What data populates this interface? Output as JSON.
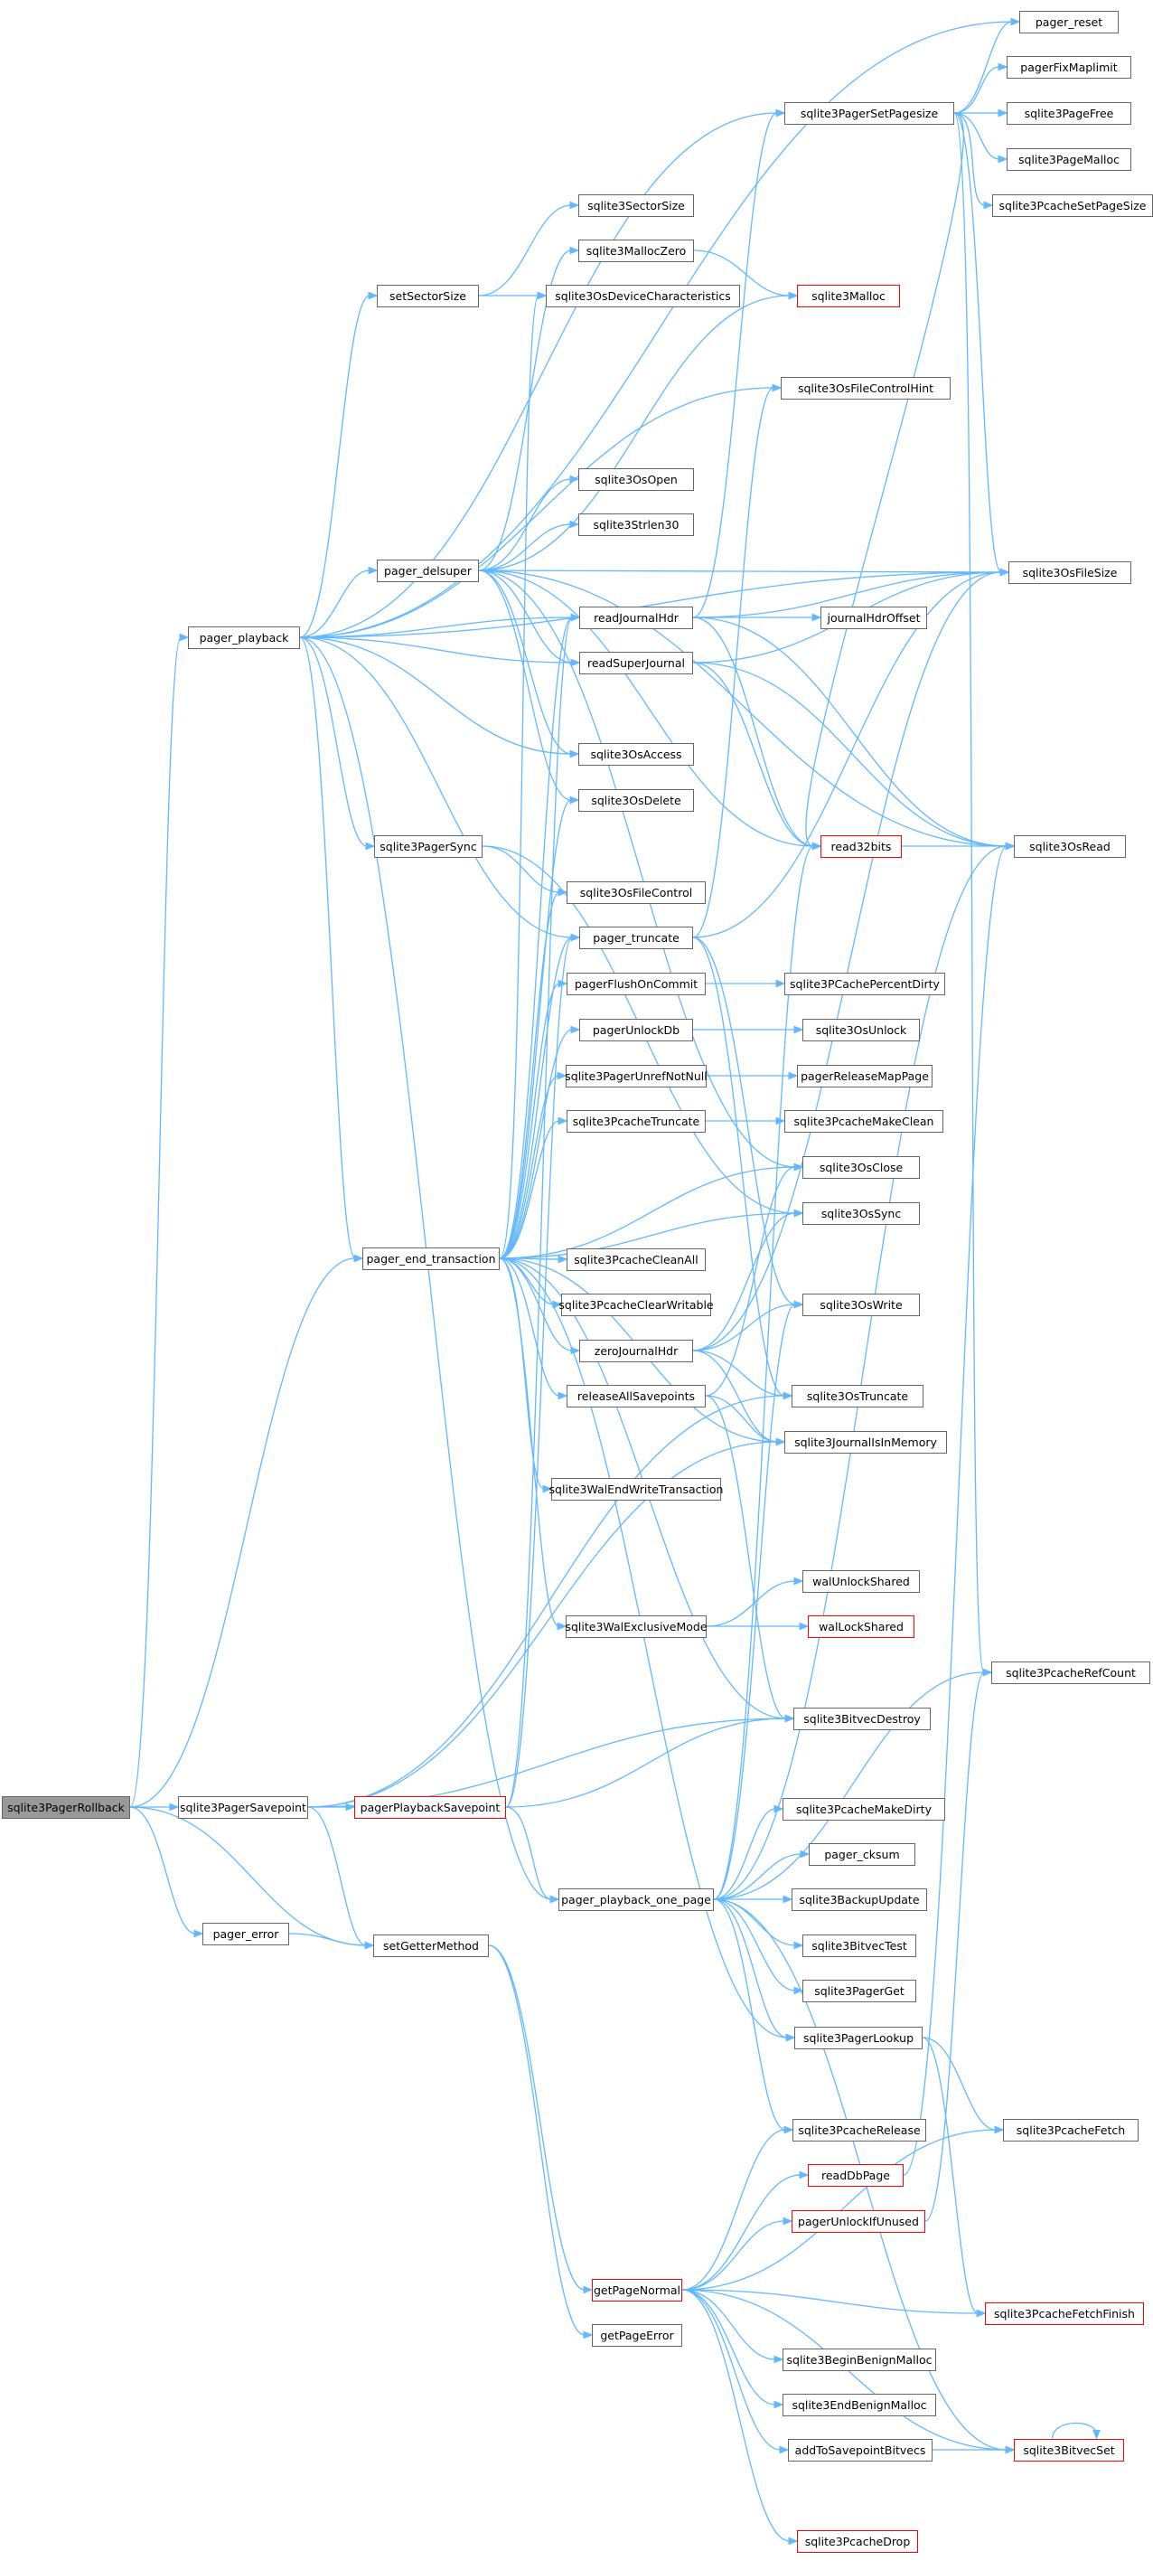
{
  "colors": {
    "edge": "#63b8ff",
    "border": "#666666",
    "truncated_border": "#ff0000",
    "root_fill": "#999999"
  },
  "nodes": [
    {
      "id": "sqlite3PagerRollback",
      "label": "sqlite3PagerRollback",
      "root": true
    },
    {
      "id": "sqlite3PagerSavepoint",
      "label": "sqlite3PagerSavepoint"
    },
    {
      "id": "pager_error",
      "label": "pager_error"
    },
    {
      "id": "pager_playback",
      "label": "pager_playback"
    },
    {
      "id": "pager_end_transaction",
      "label": "pager_end_transaction"
    },
    {
      "id": "pagerPlaybackSavepoint",
      "label": "pagerPlaybackSavepoint",
      "red": true
    },
    {
      "id": "setGetterMethod",
      "label": "setGetterMethod"
    },
    {
      "id": "setSectorSize",
      "label": "setSectorSize"
    },
    {
      "id": "pager_delsuper",
      "label": "pager_delsuper"
    },
    {
      "id": "sqlite3PagerSync",
      "label": "sqlite3PagerSync"
    },
    {
      "id": "sqlite3PagerSetPagesize",
      "label": "sqlite3PagerSetPagesize"
    },
    {
      "id": "sqlite3SectorSize",
      "label": "sqlite3SectorSize"
    },
    {
      "id": "sqlite3MallocZero",
      "label": "sqlite3MallocZero"
    },
    {
      "id": "sqlite3OsDeviceCharacteristics",
      "label": "sqlite3OsDeviceCharacteristics"
    },
    {
      "id": "sqlite3OsFileControlHint",
      "label": "sqlite3OsFileControlHint"
    },
    {
      "id": "sqlite3OsOpen",
      "label": "sqlite3OsOpen"
    },
    {
      "id": "sqlite3Strlen30",
      "label": "sqlite3Strlen30"
    },
    {
      "id": "readJournalHdr",
      "label": "readJournalHdr"
    },
    {
      "id": "readSuperJournal",
      "label": "readSuperJournal"
    },
    {
      "id": "sqlite3OsAccess",
      "label": "sqlite3OsAccess"
    },
    {
      "id": "sqlite3OsDelete",
      "label": "sqlite3OsDelete"
    },
    {
      "id": "sqlite3OsFileControl",
      "label": "sqlite3OsFileControl"
    },
    {
      "id": "pager_truncate",
      "label": "pager_truncate"
    },
    {
      "id": "pagerFlushOnCommit",
      "label": "pagerFlushOnCommit"
    },
    {
      "id": "pagerUnlockDb",
      "label": "pagerUnlockDb"
    },
    {
      "id": "sqlite3PagerUnrefNotNull",
      "label": "sqlite3PagerUnrefNotNull"
    },
    {
      "id": "sqlite3PcacheTruncate",
      "label": "sqlite3PcacheTruncate"
    },
    {
      "id": "sqlite3PcacheCleanAll",
      "label": "sqlite3PcacheCleanAll"
    },
    {
      "id": "sqlite3PcacheClearWritable",
      "label": "sqlite3PcacheClearWritable"
    },
    {
      "id": "zeroJournalHdr",
      "label": "zeroJournalHdr"
    },
    {
      "id": "releaseAllSavepoints",
      "label": "releaseAllSavepoints"
    },
    {
      "id": "sqlite3WalEndWriteTransaction",
      "label": "sqlite3WalEndWriteTransaction"
    },
    {
      "id": "sqlite3WalExclusiveMode",
      "label": "sqlite3WalExclusiveMode"
    },
    {
      "id": "pager_playback_one_page",
      "label": "pager_playback_one_page"
    },
    {
      "id": "getPageNormal",
      "label": "getPageNormal",
      "red": true
    },
    {
      "id": "getPageError",
      "label": "getPageError"
    },
    {
      "id": "sqlite3Malloc",
      "label": "sqlite3Malloc",
      "red": true
    },
    {
      "id": "journalHdrOffset",
      "label": "journalHdrOffset"
    },
    {
      "id": "read32bits",
      "label": "read32bits",
      "red": true
    },
    {
      "id": "sqlite3PCachePercentDirty",
      "label": "sqlite3PCachePercentDirty"
    },
    {
      "id": "sqlite3OsUnlock",
      "label": "sqlite3OsUnlock"
    },
    {
      "id": "pagerReleaseMapPage",
      "label": "pagerReleaseMapPage"
    },
    {
      "id": "sqlite3PcacheMakeClean",
      "label": "sqlite3PcacheMakeClean"
    },
    {
      "id": "sqlite3OsClose",
      "label": "sqlite3OsClose"
    },
    {
      "id": "sqlite3OsSync",
      "label": "sqlite3OsSync"
    },
    {
      "id": "sqlite3OsWrite",
      "label": "sqlite3OsWrite"
    },
    {
      "id": "sqlite3OsTruncate",
      "label": "sqlite3OsTruncate"
    },
    {
      "id": "sqlite3JournalIsInMemory",
      "label": "sqlite3JournalIsInMemory"
    },
    {
      "id": "walUnlockShared",
      "label": "walUnlockShared"
    },
    {
      "id": "walLockShared",
      "label": "walLockShared",
      "red": true
    },
    {
      "id": "sqlite3BitvecDestroy",
      "label": "sqlite3BitvecDestroy"
    },
    {
      "id": "sqlite3PcacheMakeDirty",
      "label": "sqlite3PcacheMakeDirty"
    },
    {
      "id": "pager_cksum",
      "label": "pager_cksum"
    },
    {
      "id": "sqlite3BackupUpdate",
      "label": "sqlite3BackupUpdate"
    },
    {
      "id": "sqlite3BitvecTest",
      "label": "sqlite3BitvecTest"
    },
    {
      "id": "sqlite3PagerGet",
      "label": "sqlite3PagerGet"
    },
    {
      "id": "sqlite3PagerLookup",
      "label": "sqlite3PagerLookup"
    },
    {
      "id": "sqlite3PcacheRelease",
      "label": "sqlite3PcacheRelease"
    },
    {
      "id": "readDbPage",
      "label": "readDbPage",
      "red": true
    },
    {
      "id": "pagerUnlockIfUnused",
      "label": "pagerUnlockIfUnused",
      "red": true
    },
    {
      "id": "sqlite3BeginBenignMalloc",
      "label": "sqlite3BeginBenignMalloc"
    },
    {
      "id": "sqlite3EndBenignMalloc",
      "label": "sqlite3EndBenignMalloc"
    },
    {
      "id": "addToSavepointBitvecs",
      "label": "addToSavepointBitvecs"
    },
    {
      "id": "sqlite3PcacheDrop",
      "label": "sqlite3PcacheDrop",
      "red": true
    },
    {
      "id": "pager_reset",
      "label": "pager_reset"
    },
    {
      "id": "pagerFixMaplimit",
      "label": "pagerFixMaplimit"
    },
    {
      "id": "sqlite3PageFree",
      "label": "sqlite3PageFree"
    },
    {
      "id": "sqlite3PageMalloc",
      "label": "sqlite3PageMalloc"
    },
    {
      "id": "sqlite3PcacheSetPageSize",
      "label": "sqlite3PcacheSetPageSize"
    },
    {
      "id": "sqlite3OsFileSize",
      "label": "sqlite3OsFileSize"
    },
    {
      "id": "sqlite3OsRead",
      "label": "sqlite3OsRead"
    },
    {
      "id": "sqlite3PcacheRefCount",
      "label": "sqlite3PcacheRefCount"
    },
    {
      "id": "sqlite3PcacheFetch",
      "label": "sqlite3PcacheFetch"
    },
    {
      "id": "sqlite3PcacheFetchFinish",
      "label": "sqlite3PcacheFetchFinish",
      "red": true
    },
    {
      "id": "sqlite3BitvecSet",
      "label": "sqlite3BitvecSet",
      "red": true
    }
  ],
  "edges": [
    [
      "sqlite3PagerRollback",
      "sqlite3PagerSavepoint"
    ],
    [
      "sqlite3PagerRollback",
      "pager_error"
    ],
    [
      "sqlite3PagerRollback",
      "setGetterMethod"
    ],
    [
      "sqlite3PagerRollback",
      "pager_playback"
    ],
    [
      "sqlite3PagerRollback",
      "pager_end_transaction"
    ],
    [
      "sqlite3PagerSavepoint",
      "pagerPlaybackSavepoint"
    ],
    [
      "sqlite3PagerSavepoint",
      "setGetterMethod"
    ],
    [
      "sqlite3PagerSavepoint",
      "sqlite3BitvecDestroy"
    ],
    [
      "sqlite3PagerSavepoint",
      "sqlite3OsTruncate"
    ],
    [
      "sqlite3PagerSavepoint",
      "sqlite3JournalIsInMemory"
    ],
    [
      "pager_error",
      "setGetterMethod"
    ],
    [
      "setGetterMethod",
      "getPageNormal"
    ],
    [
      "setGetterMethod",
      "getPageError"
    ],
    [
      "pager_playback",
      "setSectorSize"
    ],
    [
      "pager_playback",
      "pager_delsuper"
    ],
    [
      "pager_playback",
      "sqlite3PagerSync"
    ],
    [
      "pager_playback",
      "sqlite3PagerSetPagesize"
    ],
    [
      "pager_playback",
      "readJournalHdr"
    ],
    [
      "pager_playback",
      "readSuperJournal"
    ],
    [
      "pager_playback",
      "sqlite3OsAccess"
    ],
    [
      "pager_playback",
      "pager_truncate"
    ],
    [
      "pager_playback",
      "pager_end_transaction"
    ],
    [
      "pager_playback",
      "pager_playback_one_page"
    ],
    [
      "pager_playback",
      "sqlite3OsFileSize"
    ],
    [
      "pager_playback",
      "pager_reset"
    ],
    [
      "pager_playback",
      "sqlite3OsFileControlHint"
    ],
    [
      "setSectorSize",
      "sqlite3SectorSize"
    ],
    [
      "setSectorSize",
      "sqlite3OsDeviceCharacteristics"
    ],
    [
      "pager_delsuper",
      "sqlite3MallocZero"
    ],
    [
      "pager_delsuper",
      "sqlite3Malloc"
    ],
    [
      "pager_delsuper",
      "sqlite3OsOpen"
    ],
    [
      "pager_delsuper",
      "sqlite3Strlen30"
    ],
    [
      "pager_delsuper",
      "readSuperJournal"
    ],
    [
      "pager_delsuper",
      "sqlite3OsAccess"
    ],
    [
      "pager_delsuper",
      "sqlite3OsDelete"
    ],
    [
      "pager_delsuper",
      "sqlite3OsFileSize"
    ],
    [
      "pager_delsuper",
      "sqlite3OsRead"
    ],
    [
      "pager_delsuper",
      "read32bits"
    ],
    [
      "pager_delsuper",
      "sqlite3OsClose"
    ],
    [
      "sqlite3PagerSync",
      "sqlite3OsFileControl"
    ],
    [
      "sqlite3PagerSync",
      "sqlite3OsSync"
    ],
    [
      "sqlite3PagerSetPagesize",
      "pager_reset"
    ],
    [
      "sqlite3PagerSetPagesize",
      "pagerFixMaplimit"
    ],
    [
      "sqlite3PagerSetPagesize",
      "sqlite3PageFree"
    ],
    [
      "sqlite3PagerSetPagesize",
      "sqlite3PageMalloc"
    ],
    [
      "sqlite3PagerSetPagesize",
      "sqlite3PcacheSetPageSize"
    ],
    [
      "sqlite3PagerSetPagesize",
      "sqlite3OsFileSize"
    ],
    [
      "sqlite3PagerSetPagesize",
      "sqlite3PcacheRefCount"
    ],
    [
      "sqlite3PagerSetPagesize",
      "read32bits"
    ],
    [
      "sqlite3MallocZero",
      "sqlite3Malloc"
    ],
    [
      "readJournalHdr",
      "journalHdrOffset"
    ],
    [
      "readJournalHdr",
      "read32bits"
    ],
    [
      "readJournalHdr",
      "sqlite3OsRead"
    ],
    [
      "readJournalHdr",
      "sqlite3OsFileSize"
    ],
    [
      "readJournalHdr",
      "sqlite3PagerSetPagesize"
    ],
    [
      "readSuperJournal",
      "read32bits"
    ],
    [
      "readSuperJournal",
      "sqlite3OsRead"
    ],
    [
      "readSuperJournal",
      "sqlite3OsFileSize"
    ],
    [
      "read32bits",
      "sqlite3OsRead"
    ],
    [
      "pager_truncate",
      "sqlite3OsFileSize"
    ],
    [
      "pager_truncate",
      "sqlite3OsTruncate"
    ],
    [
      "pager_truncate",
      "sqlite3OsWrite"
    ],
    [
      "pager_truncate",
      "sqlite3OsFileControlHint"
    ],
    [
      "pager_end_transaction",
      "sqlite3OsFileControl"
    ],
    [
      "pager_end_transaction",
      "pager_truncate"
    ],
    [
      "pager_end_transaction",
      "pagerFlushOnCommit"
    ],
    [
      "pager_end_transaction",
      "pagerUnlockDb"
    ],
    [
      "pager_end_transaction",
      "sqlite3PagerUnrefNotNull"
    ],
    [
      "pager_end_transaction",
      "sqlite3PcacheTruncate"
    ],
    [
      "pager_end_transaction",
      "sqlite3PcacheCleanAll"
    ],
    [
      "pager_end_transaction",
      "sqlite3PcacheClearWritable"
    ],
    [
      "pager_end_transaction",
      "zeroJournalHdr"
    ],
    [
      "pager_end_transaction",
      "releaseAllSavepoints"
    ],
    [
      "pager_end_transaction",
      "sqlite3WalEndWriteTransaction"
    ],
    [
      "pager_end_transaction",
      "sqlite3WalExclusiveMode"
    ],
    [
      "pager_end_transaction",
      "sqlite3OsClose"
    ],
    [
      "pager_end_transaction",
      "sqlite3OsSync"
    ],
    [
      "pager_end_transaction",
      "sqlite3OsDelete"
    ],
    [
      "pager_end_transaction",
      "sqlite3JournalIsInMemory"
    ],
    [
      "pager_end_transaction",
      "sqlite3BitvecDestroy"
    ],
    [
      "pager_end_transaction",
      "sqlite3OsDeviceCharacteristics"
    ],
    [
      "pager_end_transaction",
      "readJournalHdr"
    ],
    [
      "pager_end_transaction",
      "sqlite3PagerLookup"
    ],
    [
      "pagerFlushOnCommit",
      "sqlite3PCachePercentDirty"
    ],
    [
      "pagerUnlockDb",
      "sqlite3OsUnlock"
    ],
    [
      "sqlite3PagerUnrefNotNull",
      "pagerReleaseMapPage"
    ],
    [
      "sqlite3PcacheTruncate",
      "sqlite3PcacheMakeClean"
    ],
    [
      "zeroJournalHdr",
      "sqlite3OsWrite"
    ],
    [
      "zeroJournalHdr",
      "sqlite3OsTruncate"
    ],
    [
      "zeroJournalHdr",
      "sqlite3OsSync"
    ],
    [
      "zeroJournalHdr",
      "sqlite3OsFileSize"
    ],
    [
      "zeroJournalHdr",
      "sqlite3JournalIsInMemory"
    ],
    [
      "releaseAllSavepoints",
      "sqlite3BitvecDestroy"
    ],
    [
      "releaseAllSavepoints",
      "sqlite3OsClose"
    ],
    [
      "releaseAllSavepoints",
      "sqlite3JournalIsInMemory"
    ],
    [
      "sqlite3WalExclusiveMode",
      "walUnlockShared"
    ],
    [
      "sqlite3WalExclusiveMode",
      "walLockShared"
    ],
    [
      "pagerPlaybackSavepoint",
      "pager_playback_one_page"
    ],
    [
      "pagerPlaybackSavepoint",
      "readJournalHdr"
    ],
    [
      "pagerPlaybackSavepoint",
      "sqlite3BitvecDestroy"
    ],
    [
      "pagerPlaybackSavepoint",
      "pager_truncate"
    ],
    [
      "pager_playback_one_page",
      "sqlite3PcacheMakeDirty"
    ],
    [
      "pager_playback_one_page",
      "pager_cksum"
    ],
    [
      "pager_playback_one_page",
      "sqlite3BackupUpdate"
    ],
    [
      "pager_playback_one_page",
      "sqlite3BitvecTest"
    ],
    [
      "pager_playback_one_page",
      "sqlite3PagerGet"
    ],
    [
      "pager_playback_one_page",
      "sqlite3PagerLookup"
    ],
    [
      "pager_playback_one_page",
      "sqlite3PcacheRelease"
    ],
    [
      "pager_playback_one_page",
      "sqlite3OsRead"
    ],
    [
      "pager_playback_one_page",
      "sqlite3OsWrite"
    ],
    [
      "pager_playback_one_page",
      "read32bits"
    ],
    [
      "pager_playback_one_page",
      "sqlite3BitvecSet"
    ],
    [
      "pager_playback_one_page",
      "sqlite3PcacheRefCount"
    ],
    [
      "sqlite3PagerLookup",
      "sqlite3PcacheFetch"
    ],
    [
      "sqlite3PagerLookup",
      "sqlite3PcacheFetchFinish"
    ],
    [
      "getPageNormal",
      "sqlite3PcacheRelease"
    ],
    [
      "getPageNormal",
      "readDbPage"
    ],
    [
      "getPageNormal",
      "pagerUnlockIfUnused"
    ],
    [
      "getPageNormal",
      "sqlite3BeginBenignMalloc"
    ],
    [
      "getPageNormal",
      "sqlite3EndBenignMalloc"
    ],
    [
      "getPageNormal",
      "addToSavepointBitvecs"
    ],
    [
      "getPageNormal",
      "sqlite3PcacheDrop"
    ],
    [
      "getPageNormal",
      "sqlite3PcacheFetch"
    ],
    [
      "getPageNormal",
      "sqlite3PcacheFetchFinish"
    ],
    [
      "getPageNormal",
      "sqlite3BitvecSet"
    ],
    [
      "readDbPage",
      "sqlite3OsRead"
    ],
    [
      "pagerUnlockIfUnused",
      "sqlite3PcacheRefCount"
    ],
    [
      "addToSavepointBitvecs",
      "sqlite3BitvecSet"
    ],
    [
      "sqlite3BitvecSet",
      "sqlite3BitvecSet"
    ]
  ]
}
